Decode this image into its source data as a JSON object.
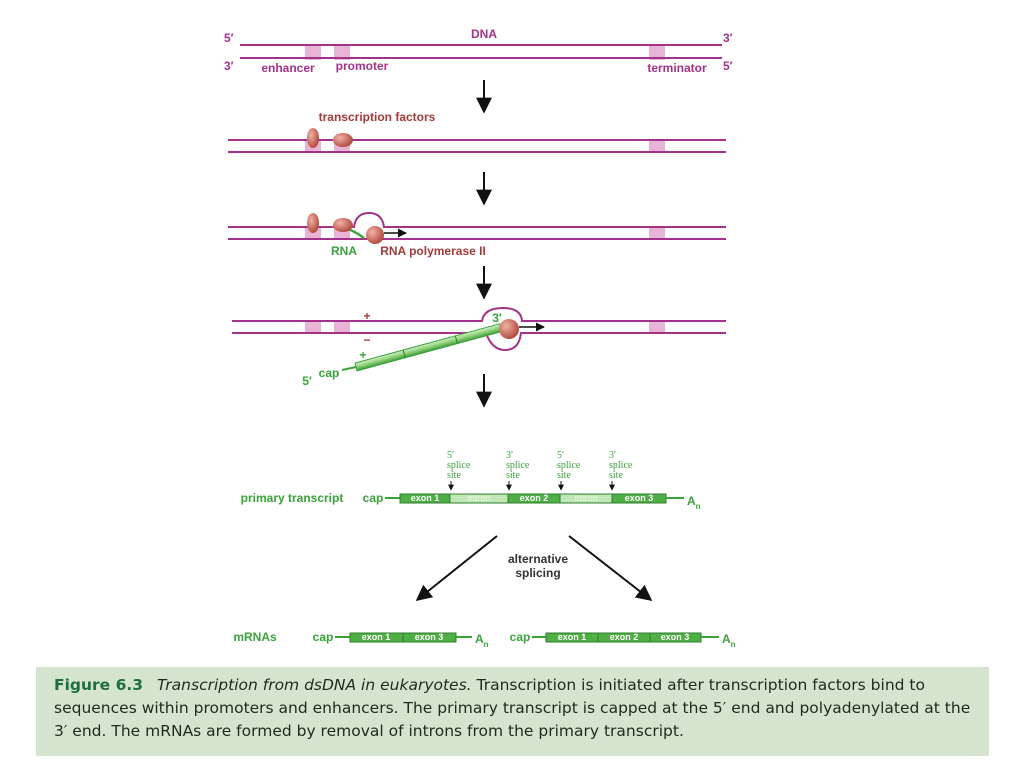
{
  "labels": {
    "dna": "DNA",
    "five_prime": "5′",
    "three_prime": "3′",
    "enhancer": "enhancer",
    "promoter": "promoter",
    "terminator": "terminator",
    "transcription_factors": "transcription factors",
    "rna": "RNA",
    "rna_polymerase": "RNA polymerase II",
    "plus": "+",
    "minus": "−",
    "cap": "cap",
    "primary_transcript": "primary transcript",
    "splice_5": [
      "5′",
      "splice",
      "site"
    ],
    "splice_3": [
      "3′",
      "splice",
      "site"
    ],
    "exon1": "exon 1",
    "exon2": "exon 2",
    "exon3": "exon 3",
    "intron": "intron",
    "poly_a": "A",
    "poly_a_sub": "n",
    "alternative_splicing": [
      "alternative",
      "splicing"
    ],
    "mrnas": "mRNAs"
  },
  "caption": {
    "label": "Figure 6.3",
    "title": "Transcription from dsDNA in eukaryotes.",
    "text": "Transcription is initiated after transcription factors bind to sequences within promoters and enhancers. The primary transcript is capped at the 5′ end and polyadenylated at the 3′ end. The mRNAs are formed by removal of introns from the primary transcript."
  },
  "colors": {
    "dna": "#a3328a",
    "region": "#e8b4d6",
    "protein": "#c95a4c",
    "rna": "#3aa23a",
    "rna_fill": "#a8dc98",
    "caption_bg": "#d5e4cf",
    "caption_label": "#1c6f3f"
  }
}
